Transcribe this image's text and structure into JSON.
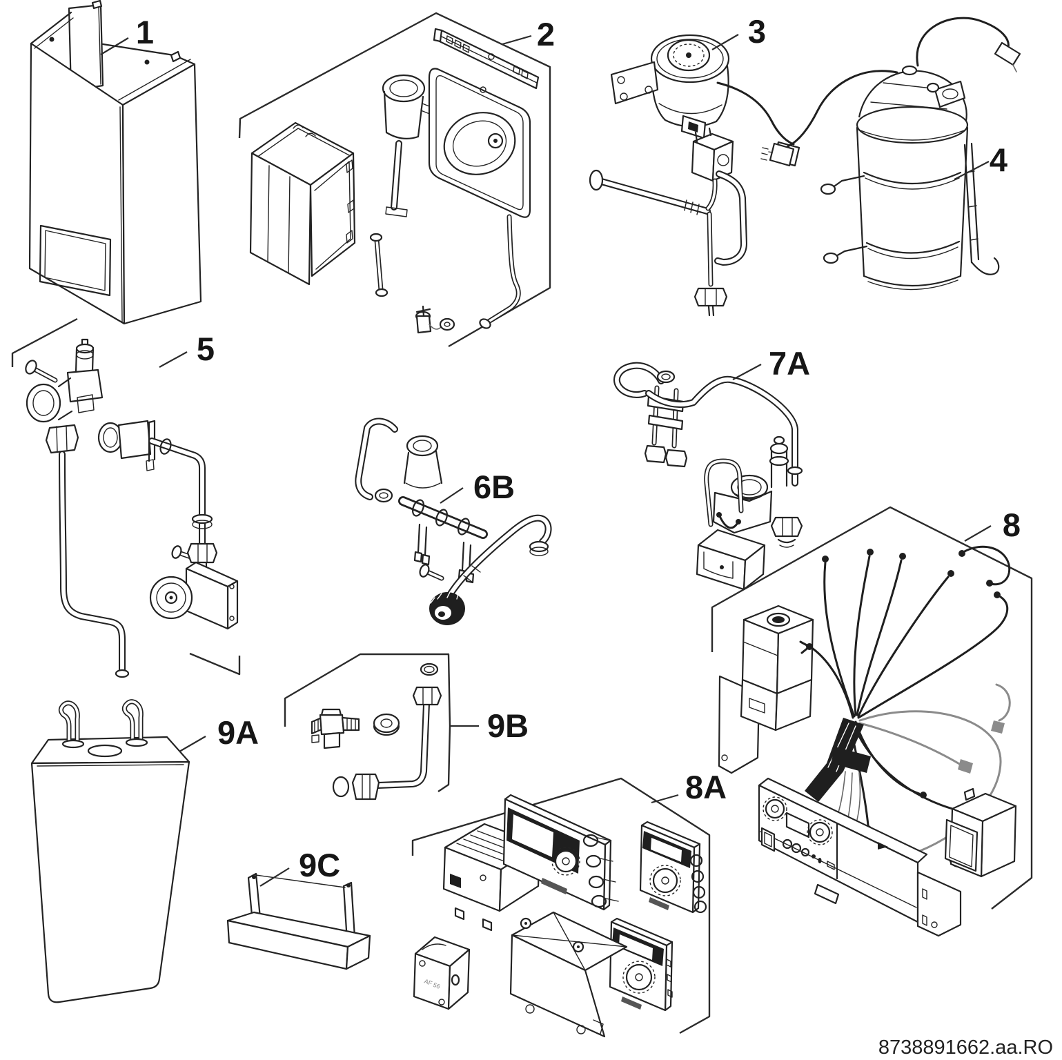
{
  "diagram": {
    "footer_code": "8738891662.aa.RO",
    "sensor_box_text": "AF 56",
    "colors": {
      "line": "#232323",
      "background": "#ffffff"
    },
    "parts": [
      {
        "label": "1"
      },
      {
        "label": "2"
      },
      {
        "label": "3"
      },
      {
        "label": "4"
      },
      {
        "label": "5"
      },
      {
        "label": "6B"
      },
      {
        "label": "7A"
      },
      {
        "label": "8"
      },
      {
        "label": "8A"
      },
      {
        "label": "9A"
      },
      {
        "label": "9B"
      },
      {
        "label": "9C"
      }
    ]
  }
}
